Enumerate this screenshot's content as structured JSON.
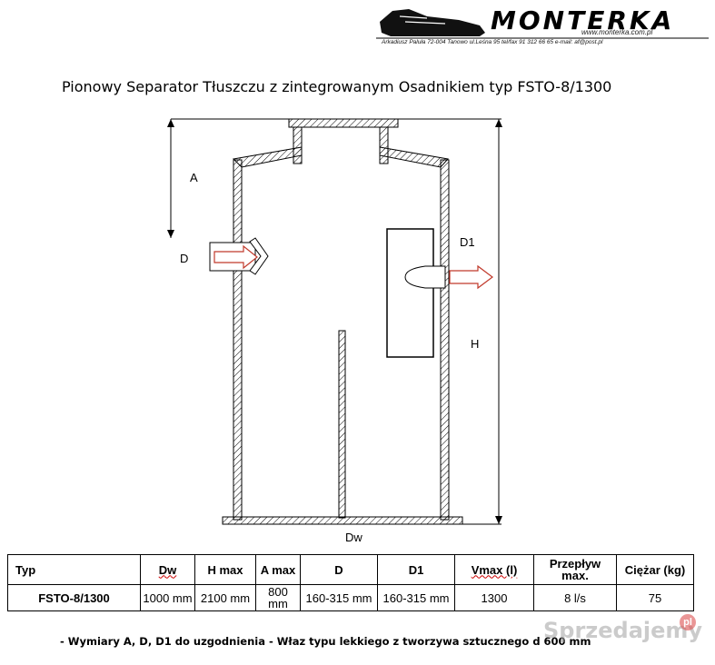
{
  "header": {
    "brand": "MONTERKA",
    "website": "www.monterka.com.pl",
    "address": "Arkadiusz Paluła  72-004 Tanowo ul.Leśna 95  tel/fax  91 312 66 65  e-mail: af@post.pl"
  },
  "title": "Pionowy Separator Tłuszczu z zintegrowanym Osadnikiem typ FSTO-8/1300",
  "diagram": {
    "labels": {
      "a": "A",
      "d": "D",
      "d1": "D1",
      "h": "H",
      "dw": "Dw"
    }
  },
  "table": {
    "headers": {
      "typ": "Typ",
      "dw": "Dw",
      "hmax": "H max",
      "amax": "A max",
      "d": "D",
      "d1": "D1",
      "vmax": "Vmax  (l)",
      "flow": "Przepływ max.",
      "weight": "Ciężar (kg)"
    },
    "row": {
      "typ": "FSTO-8/1300",
      "dw": "1000 mm",
      "hmax": "2100 mm",
      "amax": "800 mm",
      "d": "160-315 mm",
      "d1": "160-315 mm",
      "vmax": "1300",
      "flow": "8 l/s",
      "weight": "75"
    }
  },
  "note": "- Wymiary A, D, D1 do uzgodnienia - Właz typu lekkiego z tworzywa sztucznego d 600 mm",
  "watermark": {
    "text": "Sprzedajemy",
    "badge": "pl"
  }
}
